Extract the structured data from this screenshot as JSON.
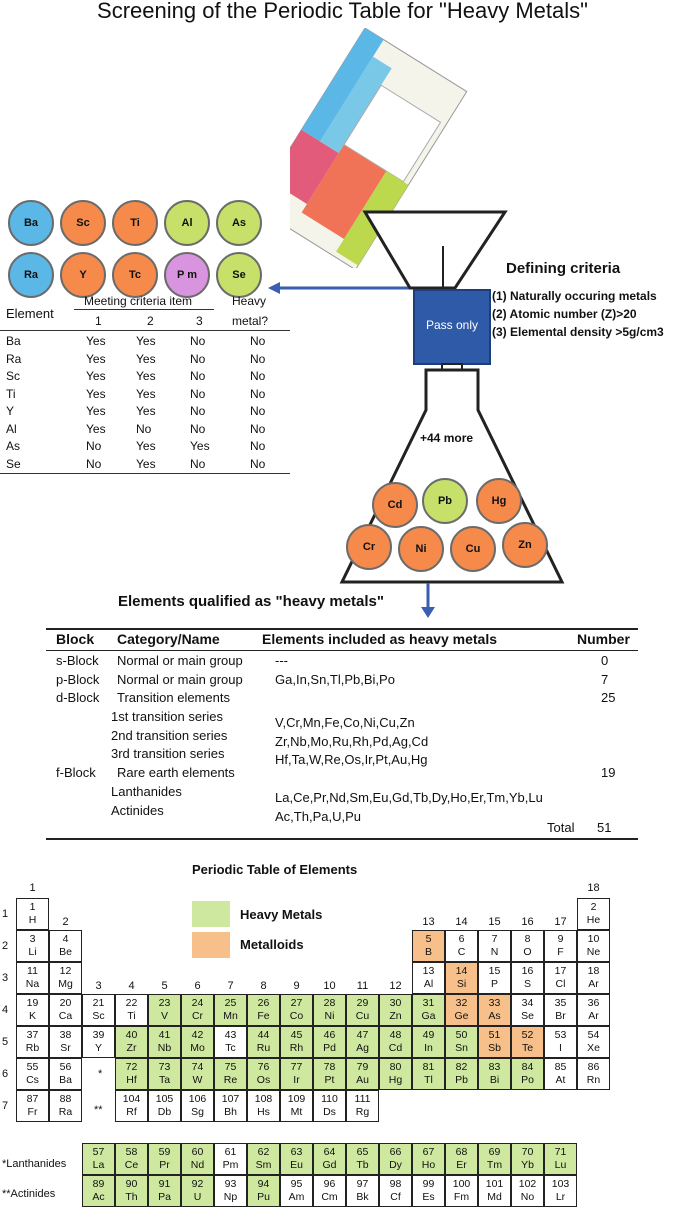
{
  "title": "Screening of the Periodic Table for \"Heavy Metals\"",
  "left_circles": [
    {
      "label": "Ba",
      "color": "#5bb8e6"
    },
    {
      "label": "Sc",
      "color": "#f58a4b"
    },
    {
      "label": "Ti",
      "color": "#f58a4b"
    },
    {
      "label": "Al",
      "color": "#c7e06a"
    },
    {
      "label": "As",
      "color": "#c7e06a"
    },
    {
      "label": "Ra",
      "color": "#5bb8e6"
    },
    {
      "label": "Y",
      "color": "#f58a4b"
    },
    {
      "label": "Tc",
      "color": "#f58a4b"
    },
    {
      "label": "P m",
      "color": "#d994df"
    },
    {
      "label": "Se",
      "color": "#c7e06a"
    }
  ],
  "flask_circles": [
    {
      "label": "Cd",
      "color": "#f58a4b"
    },
    {
      "label": "Pb",
      "color": "#c7e06a"
    },
    {
      "label": "Hg",
      "color": "#f58a4b"
    },
    {
      "label": "Cr",
      "color": "#f58a4b"
    },
    {
      "label": "Ni",
      "color": "#f58a4b"
    },
    {
      "label": "Cu",
      "color": "#f58a4b"
    },
    {
      "label": "Zn",
      "color": "#f58a4b"
    }
  ],
  "criteria_table": {
    "h_element": "Element",
    "h_meeting": "Meeting criteria item",
    "h_heavy1": "Heavy",
    "h_heavy2": "metal?",
    "h_1": "1",
    "h_2": "2",
    "h_3": "3",
    "rows": [
      [
        "Ba",
        "Yes",
        "Yes",
        "No",
        "No"
      ],
      [
        "Ra",
        "Yes",
        "Yes",
        "No",
        "No"
      ],
      [
        "Sc",
        "Yes",
        "Yes",
        "No",
        "No"
      ],
      [
        "Ti",
        "Yes",
        "Yes",
        "No",
        "No"
      ],
      [
        "Y",
        "Yes",
        "Yes",
        "No",
        "No"
      ],
      [
        "Al",
        "Yes",
        "No",
        "No",
        "No"
      ],
      [
        "As",
        "No",
        "Yes",
        "Yes",
        "No"
      ],
      [
        "Se",
        "No",
        "Yes",
        "No",
        "No"
      ]
    ]
  },
  "funnel": {
    "pass_label": "Pass only",
    "more_label": "+44 more"
  },
  "criteria": {
    "title": "Defining criteria",
    "items": [
      "(1) Naturally occuring metals",
      "(2) Atomic number (Z)>20",
      "(3) Elemental density >5g/cm3"
    ]
  },
  "qualified_title": "Elements qualified as \"heavy metals\"",
  "heavy_table": {
    "headers": [
      "Block",
      "Category/Name",
      "Elements included as heavy metals",
      "Number"
    ],
    "rows": [
      {
        "block": "s-Block",
        "cat": "Normal or main group",
        "elems": "---",
        "num": "0"
      },
      {
        "block": "p-Block",
        "cat": "Normal or main group",
        "elems": "Ga,In,Sn,Tl,Pb,Bi,Po",
        "num": "7"
      },
      {
        "block": "d-Block",
        "cat": "Transition elements",
        "elems": "",
        "num": "25"
      },
      {
        "block": "",
        "cat": "1st transition series",
        "elems": "V,Cr,Mn,Fe,Co,Ni,Cu,Zn",
        "num": ""
      },
      {
        "block": "",
        "cat": "2nd transition series",
        "elems": "Zr,Nb,Mo,Ru,Rh,Pd,Ag,Cd",
        "num": ""
      },
      {
        "block": "",
        "cat": "3rd transition series",
        "elems": "Hf,Ta,W,Re,Os,Ir,Pt,Au,Hg",
        "num": ""
      },
      {
        "block": "f-Block",
        "cat": "Rare earth elements",
        "elems": "",
        "num": "19"
      },
      {
        "block": "",
        "cat": "Lanthanides",
        "elems": "La,Ce,Pr,Nd,Sm,Eu,Gd,Tb,Dy,Ho,Er,Tm,Yb,Lu",
        "num": ""
      },
      {
        "block": "",
        "cat": "Actinides",
        "elems": "Ac,Th,Pa,U,Pu",
        "num": ""
      }
    ],
    "total_label": "Total",
    "total_value": "51"
  },
  "periodic": {
    "title": "Periodic Table of Elements",
    "legend": [
      {
        "label": "Heavy Metals",
        "color": "#cfe8a0"
      },
      {
        "label": "Metalloids",
        "color": "#f7c08a"
      }
    ],
    "group_labels": [
      "1",
      "2",
      "3",
      "4",
      "5",
      "6",
      "7",
      "8",
      "9",
      "10",
      "11",
      "12",
      "13",
      "14",
      "15",
      "16",
      "17",
      "18"
    ],
    "period_labels": [
      "1",
      "2",
      "3",
      "4",
      "5",
      "6",
      "7"
    ],
    "lanth_marker": "*",
    "act_marker": "**",
    "lanth_label": "*Lanthanides",
    "act_label": "**Actinides",
    "elements": [
      {
        "z": "1",
        "s": "H",
        "g": 1,
        "p": 1,
        "t": ""
      },
      {
        "z": "2",
        "s": "He",
        "g": 18,
        "p": 1,
        "t": ""
      },
      {
        "z": "3",
        "s": "Li",
        "g": 1,
        "p": 2,
        "t": ""
      },
      {
        "z": "4",
        "s": "Be",
        "g": 2,
        "p": 2,
        "t": ""
      },
      {
        "z": "5",
        "s": "B",
        "g": 13,
        "p": 2,
        "t": "ml"
      },
      {
        "z": "6",
        "s": "C",
        "g": 14,
        "p": 2,
        "t": ""
      },
      {
        "z": "7",
        "s": "N",
        "g": 15,
        "p": 2,
        "t": ""
      },
      {
        "z": "8",
        "s": "O",
        "g": 16,
        "p": 2,
        "t": ""
      },
      {
        "z": "9",
        "s": "F",
        "g": 17,
        "p": 2,
        "t": ""
      },
      {
        "z": "10",
        "s": "Ne",
        "g": 18,
        "p": 2,
        "t": ""
      },
      {
        "z": "11",
        "s": "Na",
        "g": 1,
        "p": 3,
        "t": ""
      },
      {
        "z": "12",
        "s": "Mg",
        "g": 2,
        "p": 3,
        "t": ""
      },
      {
        "z": "13",
        "s": "Al",
        "g": 13,
        "p": 3,
        "t": ""
      },
      {
        "z": "14",
        "s": "Si",
        "g": 14,
        "p": 3,
        "t": "ml"
      },
      {
        "z": "15",
        "s": "P",
        "g": 15,
        "p": 3,
        "t": ""
      },
      {
        "z": "16",
        "s": "S",
        "g": 16,
        "p": 3,
        "t": ""
      },
      {
        "z": "17",
        "s": "Cl",
        "g": 17,
        "p": 3,
        "t": ""
      },
      {
        "z": "18",
        "s": "Ar",
        "g": 18,
        "p": 3,
        "t": ""
      },
      {
        "z": "19",
        "s": "K",
        "g": 1,
        "p": 4,
        "t": ""
      },
      {
        "z": "20",
        "s": "Ca",
        "g": 2,
        "p": 4,
        "t": ""
      },
      {
        "z": "21",
        "s": "Sc",
        "g": 3,
        "p": 4,
        "t": ""
      },
      {
        "z": "22",
        "s": "Ti",
        "g": 4,
        "p": 4,
        "t": ""
      },
      {
        "z": "23",
        "s": "V",
        "g": 5,
        "p": 4,
        "t": "hm"
      },
      {
        "z": "24",
        "s": "Cr",
        "g": 6,
        "p": 4,
        "t": "hm"
      },
      {
        "z": "25",
        "s": "Mn",
        "g": 7,
        "p": 4,
        "t": "hm"
      },
      {
        "z": "26",
        "s": "Fe",
        "g": 8,
        "p": 4,
        "t": "hm"
      },
      {
        "z": "27",
        "s": "Co",
        "g": 9,
        "p": 4,
        "t": "hm"
      },
      {
        "z": "28",
        "s": "Ni",
        "g": 10,
        "p": 4,
        "t": "hm"
      },
      {
        "z": "29",
        "s": "Cu",
        "g": 11,
        "p": 4,
        "t": "hm"
      },
      {
        "z": "30",
        "s": "Zn",
        "g": 12,
        "p": 4,
        "t": "hm"
      },
      {
        "z": "31",
        "s": "Ga",
        "g": 13,
        "p": 4,
        "t": "hm"
      },
      {
        "z": "32",
        "s": "Ge",
        "g": 14,
        "p": 4,
        "t": "ml"
      },
      {
        "z": "33",
        "s": "As",
        "g": 15,
        "p": 4,
        "t": "ml"
      },
      {
        "z": "34",
        "s": "Se",
        "g": 16,
        "p": 4,
        "t": ""
      },
      {
        "z": "35",
        "s": "Br",
        "g": 17,
        "p": 4,
        "t": ""
      },
      {
        "z": "36",
        "s": "Ar",
        "g": 18,
        "p": 4,
        "t": ""
      },
      {
        "z": "37",
        "s": "Rb",
        "g": 1,
        "p": 5,
        "t": ""
      },
      {
        "z": "38",
        "s": "Sr",
        "g": 2,
        "p": 5,
        "t": ""
      },
      {
        "z": "39",
        "s": "Y",
        "g": 3,
        "p": 5,
        "t": ""
      },
      {
        "z": "40",
        "s": "Zr",
        "g": 4,
        "p": 5,
        "t": "hm"
      },
      {
        "z": "41",
        "s": "Nb",
        "g": 5,
        "p": 5,
        "t": "hm"
      },
      {
        "z": "42",
        "s": "Mo",
        "g": 6,
        "p": 5,
        "t": "hm"
      },
      {
        "z": "43",
        "s": "Tc",
        "g": 7,
        "p": 5,
        "t": ""
      },
      {
        "z": "44",
        "s": "Ru",
        "g": 8,
        "p": 5,
        "t": "hm"
      },
      {
        "z": "45",
        "s": "Rh",
        "g": 9,
        "p": 5,
        "t": "hm"
      },
      {
        "z": "46",
        "s": "Pd",
        "g": 10,
        "p": 5,
        "t": "hm"
      },
      {
        "z": "47",
        "s": "Ag",
        "g": 11,
        "p": 5,
        "t": "hm"
      },
      {
        "z": "48",
        "s": "Cd",
        "g": 12,
        "p": 5,
        "t": "hm"
      },
      {
        "z": "49",
        "s": "In",
        "g": 13,
        "p": 5,
        "t": "hm"
      },
      {
        "z": "50",
        "s": "Sn",
        "g": 14,
        "p": 5,
        "t": "hm"
      },
      {
        "z": "51",
        "s": "Sb",
        "g": 15,
        "p": 5,
        "t": "ml"
      },
      {
        "z": "52",
        "s": "Te",
        "g": 16,
        "p": 5,
        "t": "ml"
      },
      {
        "z": "53",
        "s": "I",
        "g": 17,
        "p": 5,
        "t": ""
      },
      {
        "z": "54",
        "s": "Xe",
        "g": 18,
        "p": 5,
        "t": ""
      },
      {
        "z": "55",
        "s": "Cs",
        "g": 1,
        "p": 6,
        "t": ""
      },
      {
        "z": "56",
        "s": "Ba",
        "g": 2,
        "p": 6,
        "t": ""
      },
      {
        "z": "72",
        "s": "Hf",
        "g": 4,
        "p": 6,
        "t": "hm"
      },
      {
        "z": "73",
        "s": "Ta",
        "g": 5,
        "p": 6,
        "t": "hm"
      },
      {
        "z": "74",
        "s": "W",
        "g": 6,
        "p": 6,
        "t": "hm"
      },
      {
        "z": "75",
        "s": "Re",
        "g": 7,
        "p": 6,
        "t": "hm"
      },
      {
        "z": "76",
        "s": "Os",
        "g": 8,
        "p": 6,
        "t": "hm"
      },
      {
        "z": "77",
        "s": "Ir",
        "g": 9,
        "p": 6,
        "t": "hm"
      },
      {
        "z": "78",
        "s": "Pt",
        "g": 10,
        "p": 6,
        "t": "hm"
      },
      {
        "z": "79",
        "s": "Au",
        "g": 11,
        "p": 6,
        "t": "hm"
      },
      {
        "z": "80",
        "s": "Hg",
        "g": 12,
        "p": 6,
        "t": "hm"
      },
      {
        "z": "81",
        "s": "Tl",
        "g": 13,
        "p": 6,
        "t": "hm"
      },
      {
        "z": "82",
        "s": "Pb",
        "g": 14,
        "p": 6,
        "t": "hm"
      },
      {
        "z": "83",
        "s": "Bi",
        "g": 15,
        "p": 6,
        "t": "hm"
      },
      {
        "z": "84",
        "s": "Po",
        "g": 16,
        "p": 6,
        "t": "hm"
      },
      {
        "z": "85",
        "s": "At",
        "g": 17,
        "p": 6,
        "t": ""
      },
      {
        "z": "86",
        "s": "Rn",
        "g": 18,
        "p": 6,
        "t": ""
      },
      {
        "z": "87",
        "s": "Fr",
        "g": 1,
        "p": 7,
        "t": ""
      },
      {
        "z": "88",
        "s": "Ra",
        "g": 2,
        "p": 7,
        "t": ""
      },
      {
        "z": "104",
        "s": "Rf",
        "g": 4,
        "p": 7,
        "t": ""
      },
      {
        "z": "105",
        "s": "Db",
        "g": 5,
        "p": 7,
        "t": ""
      },
      {
        "z": "106",
        "s": "Sg",
        "g": 6,
        "p": 7,
        "t": ""
      },
      {
        "z": "107",
        "s": "Bh",
        "g": 7,
        "p": 7,
        "t": ""
      },
      {
        "z": "108",
        "s": "Hs",
        "g": 8,
        "p": 7,
        "t": ""
      },
      {
        "z": "109",
        "s": "Mt",
        "g": 9,
        "p": 7,
        "t": ""
      },
      {
        "z": "110",
        "s": "Ds",
        "g": 10,
        "p": 7,
        "t": ""
      },
      {
        "z": "111",
        "s": "Rg",
        "g": 11,
        "p": 7,
        "t": ""
      }
    ],
    "lanthanides": [
      {
        "z": "57",
        "s": "La",
        "t": "hm"
      },
      {
        "z": "58",
        "s": "Ce",
        "t": "hm"
      },
      {
        "z": "59",
        "s": "Pr",
        "t": "hm"
      },
      {
        "z": "60",
        "s": "Nd",
        "t": "hm"
      },
      {
        "z": "61",
        "s": "Pm",
        "t": ""
      },
      {
        "z": "62",
        "s": "Sm",
        "t": "hm"
      },
      {
        "z": "63",
        "s": "Eu",
        "t": "hm"
      },
      {
        "z": "64",
        "s": "Gd",
        "t": "hm"
      },
      {
        "z": "65",
        "s": "Tb",
        "t": "hm"
      },
      {
        "z": "66",
        "s": "Dy",
        "t": "hm"
      },
      {
        "z": "67",
        "s": "Ho",
        "t": "hm"
      },
      {
        "z": "68",
        "s": "Er",
        "t": "hm"
      },
      {
        "z": "69",
        "s": "Tm",
        "t": "hm"
      },
      {
        "z": "70",
        "s": "Yb",
        "t": "hm"
      },
      {
        "z": "71",
        "s": "Lu",
        "t": "hm"
      }
    ],
    "actinides": [
      {
        "z": "89",
        "s": "Ac",
        "t": "hm"
      },
      {
        "z": "90",
        "s": "Th",
        "t": "hm"
      },
      {
        "z": "91",
        "s": "Pa",
        "t": "hm"
      },
      {
        "z": "92",
        "s": "U",
        "t": "hm"
      },
      {
        "z": "93",
        "s": "Np",
        "t": ""
      },
      {
        "z": "94",
        "s": "Pu",
        "t": "hm"
      },
      {
        "z": "95",
        "s": "Am",
        "t": ""
      },
      {
        "z": "96",
        "s": "Cm",
        "t": ""
      },
      {
        "z": "97",
        "s": "Bk",
        "t": ""
      },
      {
        "z": "98",
        "s": "Cf",
        "t": ""
      },
      {
        "z": "99",
        "s": "Es",
        "t": ""
      },
      {
        "z": "100",
        "s": "Fm",
        "t": ""
      },
      {
        "z": "101",
        "s": "Md",
        "t": ""
      },
      {
        "z": "102",
        "s": "No",
        "t": ""
      },
      {
        "z": "103",
        "s": "Lr",
        "t": ""
      }
    ]
  }
}
